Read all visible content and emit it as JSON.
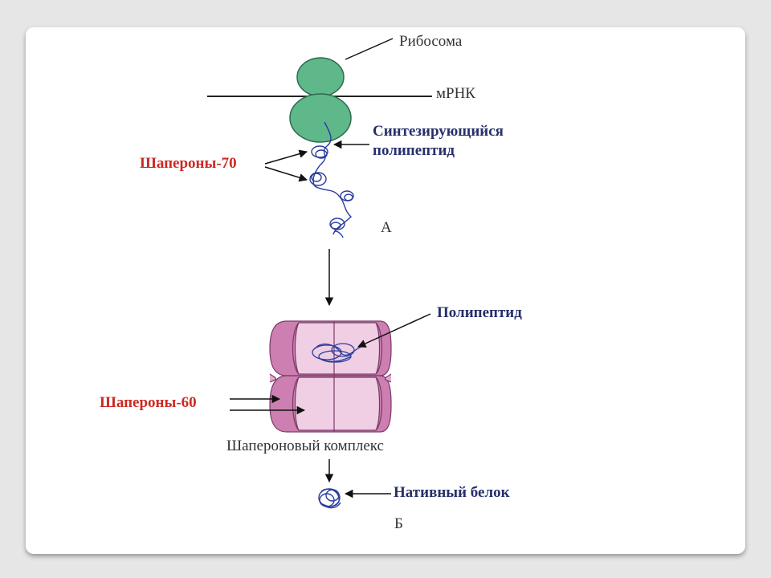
{
  "slide": {
    "labels": {
      "ribosome": "Рибосома",
      "mrna": "мРНК",
      "synthesizing_polypeptide": [
        "Синтезирующийся",
        "полипептид"
      ],
      "chaperones_70": "Шапероны-70",
      "stage_a": "А",
      "polypeptide": "Полипептид",
      "chaperones_60": "Шапероны-60",
      "chaperone_complex": "Шапероновый комплекс",
      "native_protein": "Нативный белок",
      "stage_b": "Б"
    },
    "colors": {
      "ribosome_fill": "#5eb889",
      "complex_dark": "#cc7fb0",
      "complex_light": "#f0cfe4",
      "complex_mid": "#e3a9cf",
      "polypeptide": "#2a3d9e",
      "label_blue": "#27306b",
      "label_red": "#cc2a24"
    }
  }
}
